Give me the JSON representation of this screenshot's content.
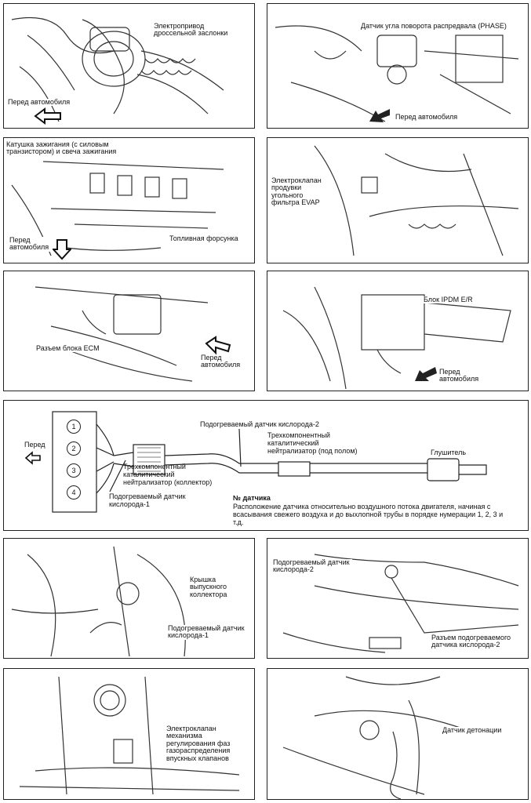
{
  "panels": {
    "p1": {
      "label": "Электропривод дроссельной заслонки",
      "front": "Перед автомобиля"
    },
    "p2": {
      "label": "Датчик угла поворота распредвала (PHASE)",
      "front": "Перед автомобиля"
    },
    "p3": {
      "label": "Катушка зажигания (с силовым транзистором) и свеча зажигания",
      "injector": "Топливная форсунка",
      "front": "Перед автомобиля"
    },
    "p4": {
      "label": "Электроклапан продувки угольного фильтра EVAP"
    },
    "p5": {
      "label": "Разъем блока ECM",
      "front": "Перед автомобиля"
    },
    "p6": {
      "label": "Блок IPDM E/R",
      "front": "Перед автомобиля"
    },
    "p7": {
      "cover": "Крышка выпускного коллектора",
      "sensor": "Подогреваемый датчик кислорода-1"
    },
    "p8": {
      "sensor": "Подогреваемый датчик кислорода-2",
      "connector": "Разъем подогреваемого датчика кислорода-2"
    },
    "p9": {
      "label": "Электроклапан механизма регулирования фаз газораспределения впускных клапанов"
    },
    "p10": {
      "label": "Датчик детонации"
    }
  },
  "exhaust": {
    "front": "Перед",
    "cylinders": [
      "1",
      "2",
      "3",
      "4"
    ],
    "o2_1": "Подогреваемый датчик кислорода-1",
    "o2_2": "Подогреваемый датчик кислорода-2",
    "cat1": "Трехкомпонентный каталитический нейтрализатор (коллектор)",
    "cat2": "Трехкомпонентный каталитический нейтрализатор (под полом)",
    "muffler": "Глушитель",
    "note_title": "№ датчика",
    "note_text": "Расположение датчика относительно воздушного потока двигателя, начиная с всасывания свежего воздуха и до выхлопной трубы в порядке нумерации 1, 2, 3 и т.д."
  }
}
